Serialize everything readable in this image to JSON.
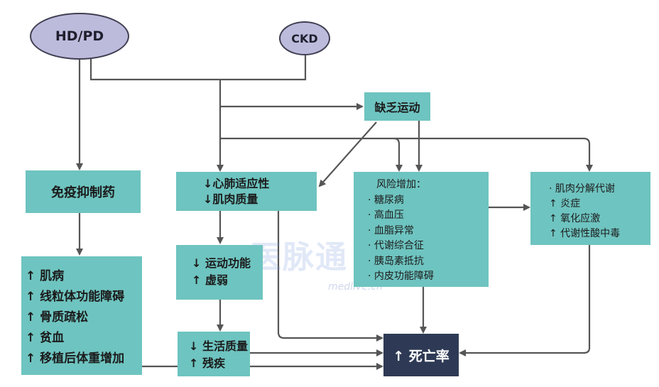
{
  "nodes": {
    "hdpd": "HD/PD",
    "ckd": "CKD",
    "lack_exercise": "缺乏运动",
    "immunosuppressant": "免疫抑制药",
    "cardiopulmonary": [
      "↓心肺适应性",
      "↓肌肉质量"
    ],
    "risk_title": "风险增加：",
    "risk_items": [
      "· 糖尿病",
      "· 高血压",
      "· 血脂异常",
      "· 代谢综合征",
      "· 胰岛素抵抗",
      "· 内皮功能障碍"
    ],
    "catabolism": [
      "· 肌肉分解代谢",
      "↑ 炎症",
      "↑ 氧化应激",
      "↑ 代谢性酸中毒"
    ],
    "motor_function": [
      "↓ 运动功能",
      "↑ 虚弱"
    ],
    "myopathy": [
      "↑ 肌病",
      "↑ 线粒体功能障碍",
      "↑ 骨质疏松",
      "↑ 贫血",
      "↑ 移植后体重增加"
    ],
    "quality_of_life": [
      "↓ 生活质量",
      "↑ 残疾"
    ],
    "mortality": "↑ 死亡率"
  },
  "watermark": {
    "logo": "医脉通",
    "url": "medlive.cn"
  },
  "colors": {
    "box_fill": "#6ec4c0",
    "ellipse_fill": "#bdbbdc",
    "outcome_fill": "#2e3a55",
    "arrow": "#555555"
  }
}
